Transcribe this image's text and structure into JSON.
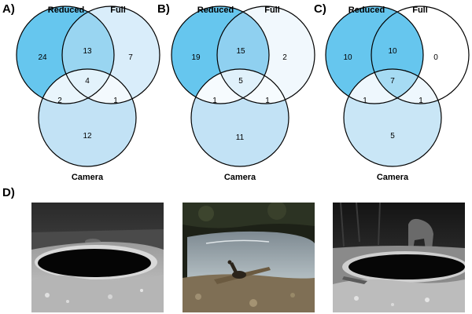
{
  "colors": {
    "reduced_only": "#66c6ee",
    "full_only": "#deeffa",
    "camera_only": "#c5e3f5",
    "reduced_full": "#99d5f1",
    "reduced_camera": "#e7f4fc",
    "full_camera": "#f1f8fd",
    "all_three": "#bde2f5",
    "outline": "#000000"
  },
  "panels": [
    {
      "letter": "A)",
      "labels": {
        "reduced": "Reduced",
        "full": "Full",
        "camera": "Camera"
      },
      "values": {
        "reduced_only": "24",
        "full_only": "7",
        "camera_only": "12",
        "reduced_full": "13",
        "reduced_camera": "2",
        "full_camera": "1",
        "all_three": "4"
      },
      "fills": {
        "reduced_only": "#66c6ee",
        "full_only": "#d9edfa",
        "camera_only": "#c2e2f5",
        "reduced_full": "#99d5f1",
        "reduced_camera": "#e9f5fc",
        "full_camera": "#f3f9fd",
        "all_three": "#e2f2fb"
      }
    },
    {
      "letter": "B)",
      "labels": {
        "reduced": "Reduced",
        "full": "Full",
        "camera": "Camera"
      },
      "values": {
        "reduced_only": "19",
        "full_only": "2",
        "camera_only": "11",
        "reduced_full": "15",
        "reduced_camera": "1",
        "full_camera": "1",
        "all_three": "5"
      },
      "fills": {
        "reduced_only": "#66c6ee",
        "full_only": "#f1f8fd",
        "camera_only": "#c2e2f5",
        "reduced_full": "#8fd0f0",
        "reduced_camera": "#f6fbfe",
        "full_camera": "#f6fbfe",
        "all_three": "#e0f1fb"
      }
    },
    {
      "letter": "C)",
      "labels": {
        "reduced": "Reduced",
        "full": "Full",
        "camera": "Camera"
      },
      "values": {
        "reduced_only": "10",
        "full_only": "0",
        "camera_only": "5",
        "reduced_full": "10",
        "reduced_camera": "1",
        "full_camera": "1",
        "all_three": "7"
      },
      "fills": {
        "reduced_only": "#66c6ee",
        "full_only": "#ffffff",
        "camera_only": "#c9e6f6",
        "reduced_full": "#66c6ee",
        "reduced_camera": "#eef7fd",
        "full_camera": "#eef7fd",
        "all_three": "#a6dbf3"
      }
    }
  ],
  "photos_letter": "D)",
  "photos": [
    {
      "name": "night-waterhole-photo-1"
    },
    {
      "name": "dusk-waterhole-photo-2"
    },
    {
      "name": "night-waterhole-photo-3"
    }
  ]
}
